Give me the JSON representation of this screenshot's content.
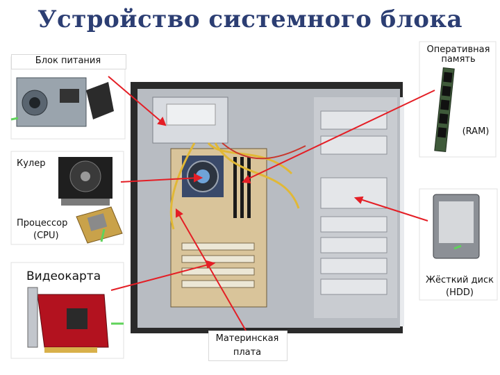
{
  "title": "Устройство системного блока",
  "labels": {
    "psu": "Блок питания",
    "cooler": "Кулер",
    "cpu_line1": "Процессор",
    "cpu_line2": "(CPU)",
    "gpu": "Видеокарта",
    "motherboard_line1": "Материнская",
    "motherboard_line2": "плата",
    "ram_line1": "Оперативная",
    "ram_line2": "память",
    "ram_abbr": "(RAM)",
    "hdd_line1": "Жёсткий диск",
    "hdd_line2": "(HDD)"
  },
  "colors": {
    "title": "#2c3e73",
    "pointer": "#e41e25",
    "connector": "#5fd35a",
    "case_metal": "#b8bcc2"
  }
}
